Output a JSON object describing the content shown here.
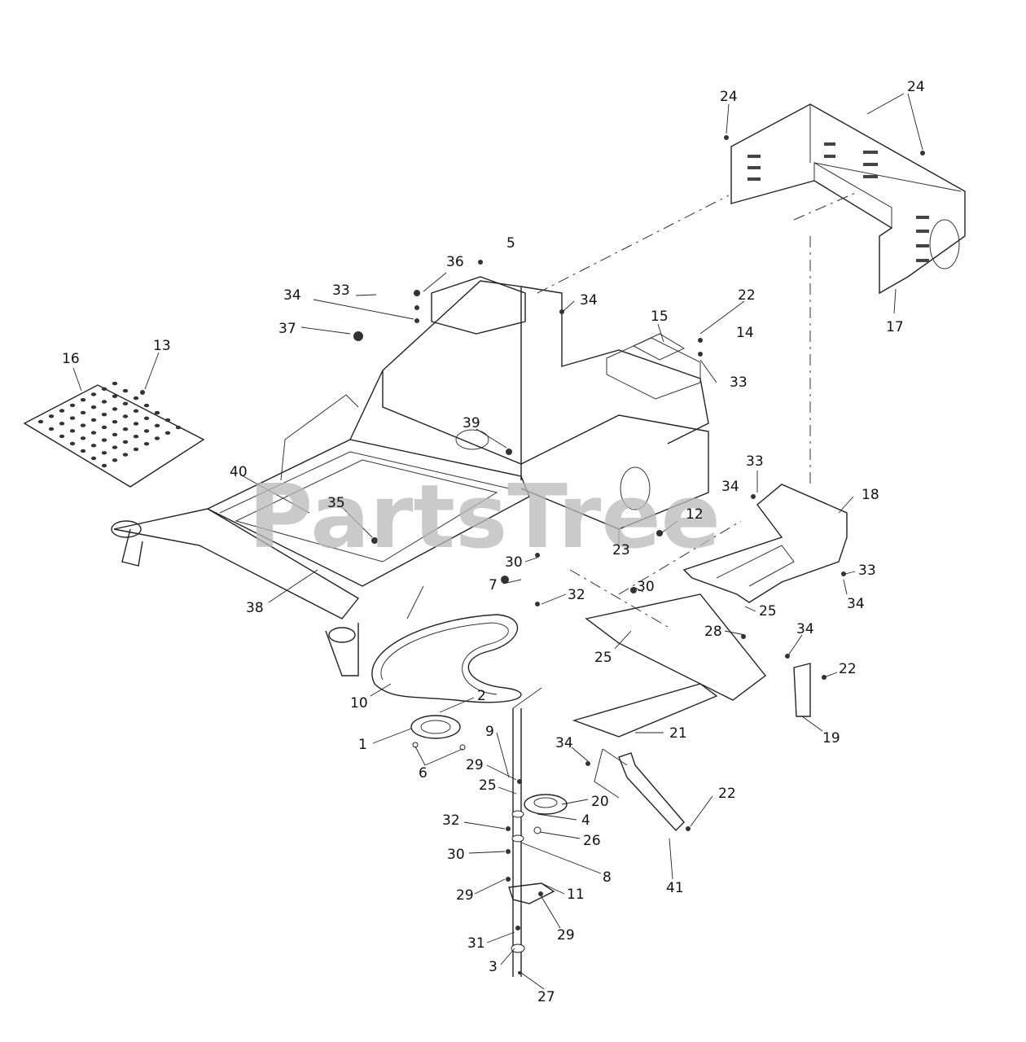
{
  "watermark": "PartsTree",
  "callouts": [
    {
      "text": "24"
    },
    {
      "text": "24"
    },
    {
      "text": "5"
    },
    {
      "text": "36"
    },
    {
      "text": "34"
    },
    {
      "text": "33"
    },
    {
      "text": "34"
    },
    {
      "text": "37"
    },
    {
      "text": "15"
    },
    {
      "text": "22"
    },
    {
      "text": "14"
    },
    {
      "text": "33"
    },
    {
      "text": "17"
    },
    {
      "text": "16"
    },
    {
      "text": "13"
    },
    {
      "text": "39"
    },
    {
      "text": "40"
    },
    {
      "text": "35"
    },
    {
      "text": "33"
    },
    {
      "text": "34"
    },
    {
      "text": "18"
    },
    {
      "text": "12"
    },
    {
      "text": "23"
    },
    {
      "text": "30"
    },
    {
      "text": "7"
    },
    {
      "text": "32"
    },
    {
      "text": "30"
    },
    {
      "text": "33"
    },
    {
      "text": "34"
    },
    {
      "text": "25"
    },
    {
      "text": "38"
    },
    {
      "text": "28"
    },
    {
      "text": "25"
    },
    {
      "text": "34"
    },
    {
      "text": "22"
    },
    {
      "text": "10"
    },
    {
      "text": "2"
    },
    {
      "text": "19"
    },
    {
      "text": "1"
    },
    {
      "text": "21"
    },
    {
      "text": "9"
    },
    {
      "text": "34"
    },
    {
      "text": "6"
    },
    {
      "text": "29"
    },
    {
      "text": "25"
    },
    {
      "text": "20"
    },
    {
      "text": "22"
    },
    {
      "text": "32"
    },
    {
      "text": "4"
    },
    {
      "text": "26"
    },
    {
      "text": "30"
    },
    {
      "text": "8"
    },
    {
      "text": "41"
    },
    {
      "text": "29"
    },
    {
      "text": "11"
    },
    {
      "text": "29"
    },
    {
      "text": "31"
    },
    {
      "text": "3"
    },
    {
      "text": "27"
    }
  ]
}
